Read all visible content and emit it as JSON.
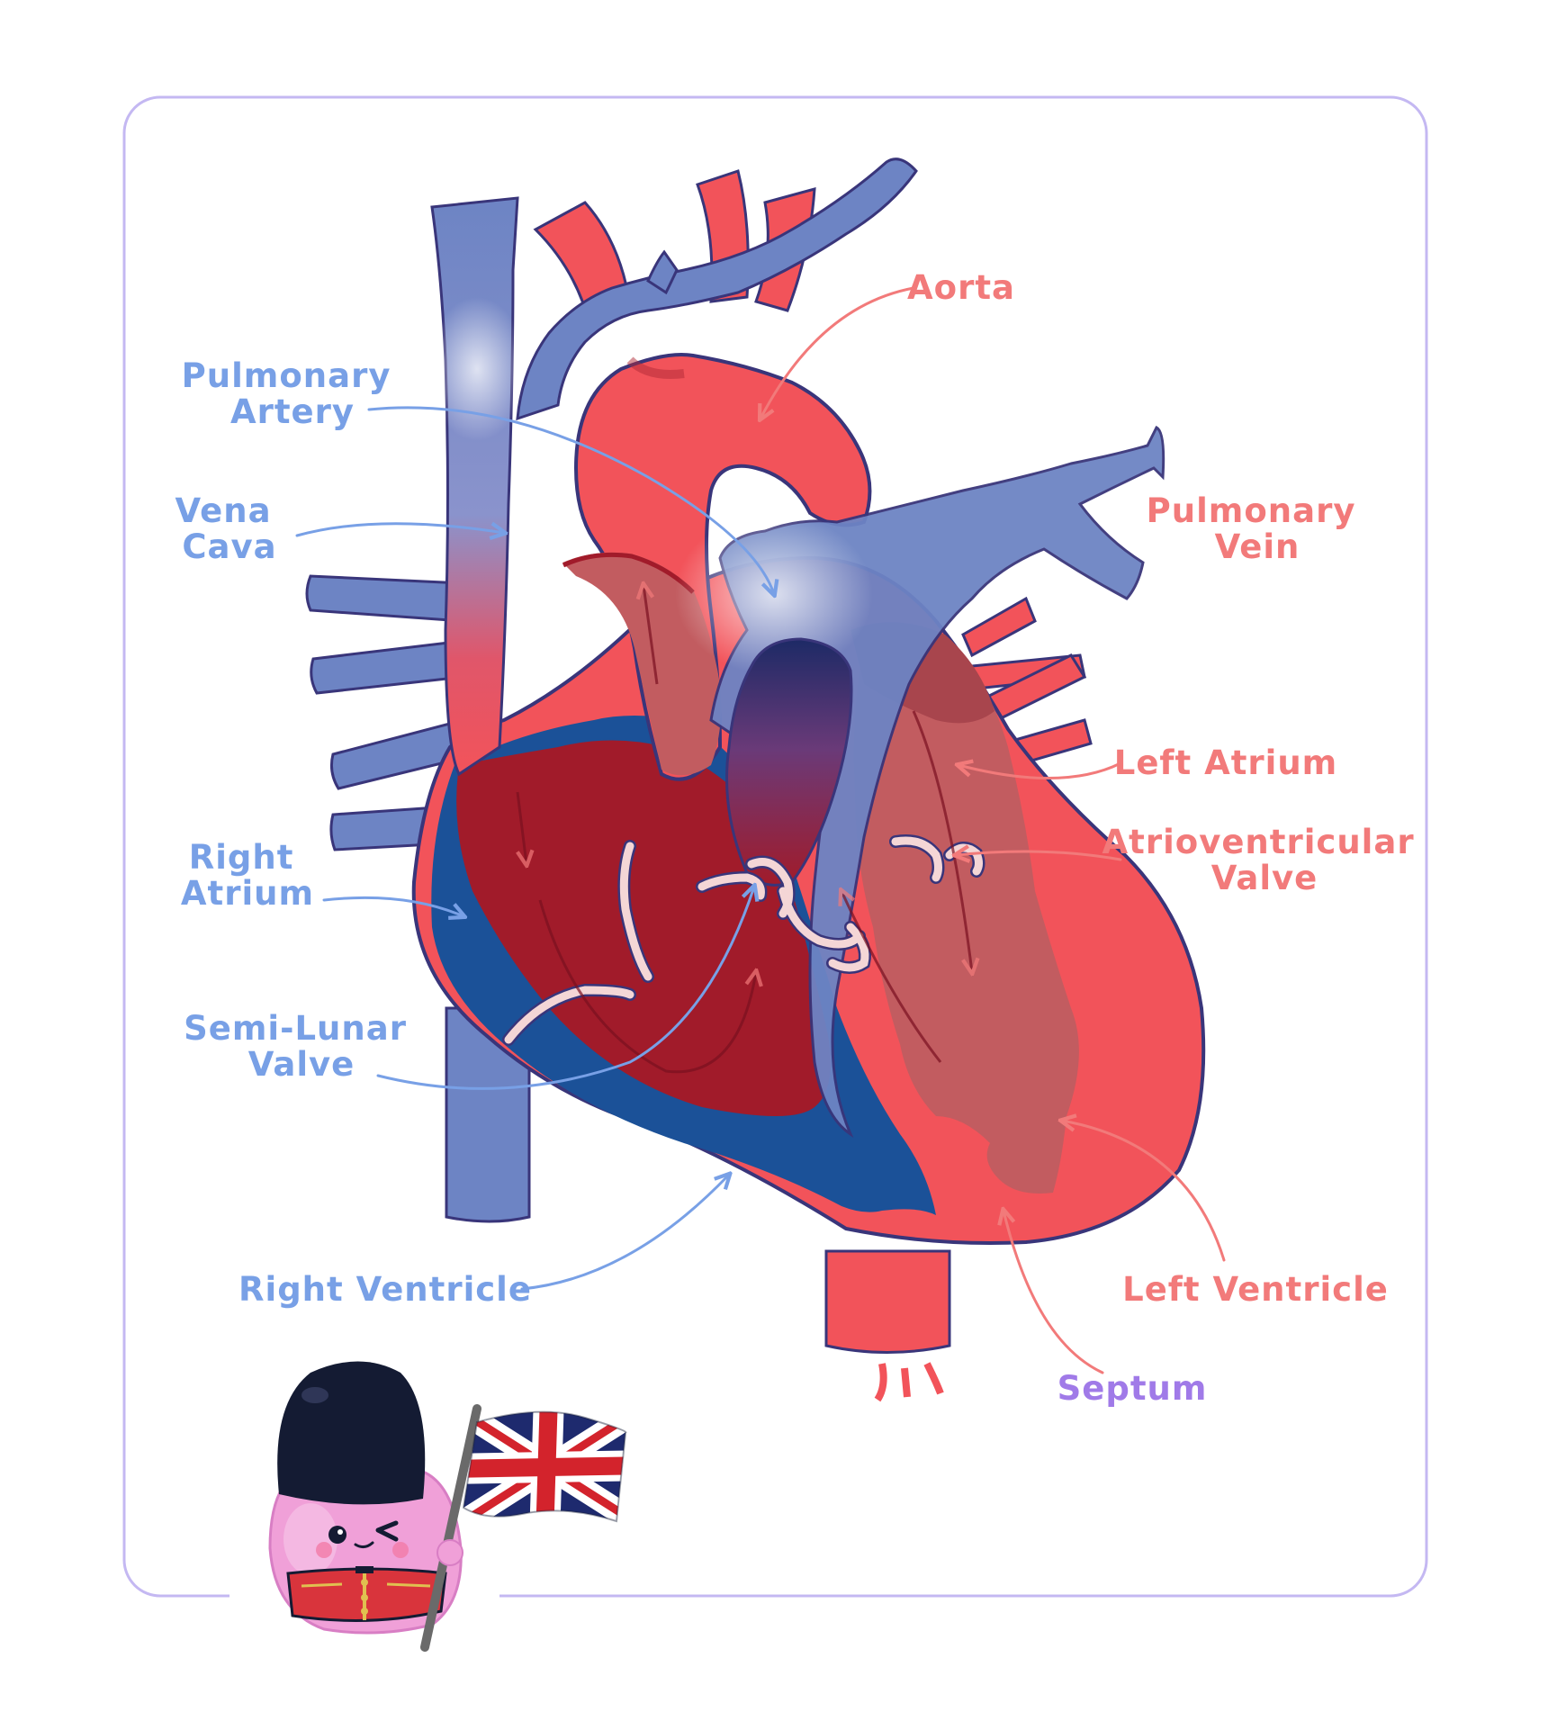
{
  "colors": {
    "frame": "#c4b8f2",
    "vein_blue": "#6d84c4",
    "artery_red": "#f2535a",
    "deoxy_blue": "#1b5198",
    "dark_red": "#a11b2a",
    "label_blue": "#78a0e6",
    "label_red": "#f27a7a",
    "label_purple": "#a07ae8",
    "valve": "#f4d6d6"
  },
  "labels": {
    "pulmonary_artery": [
      "Pulmonary",
      "Artery"
    ],
    "vena_cava": [
      "Vena",
      "Cava"
    ],
    "right_atrium": [
      "Right",
      "Atrium"
    ],
    "semi_lunar_valve": [
      "Semi-Lunar",
      "Valve"
    ],
    "right_ventricle": [
      "Right Ventricle"
    ],
    "aorta": [
      "Aorta"
    ],
    "pulmonary_vein": [
      "Pulmonary",
      "Vein"
    ],
    "left_atrium": [
      "Left Atrium"
    ],
    "atrioventricular_valve": [
      "Atrioventricular",
      "Valve"
    ],
    "left_ventricle": [
      "Left Ventricle"
    ],
    "septum": [
      "Septum"
    ]
  },
  "mascot": {
    "icon": "royal-guard-mascot",
    "flag_icon": "union-jack-flag-icon"
  }
}
